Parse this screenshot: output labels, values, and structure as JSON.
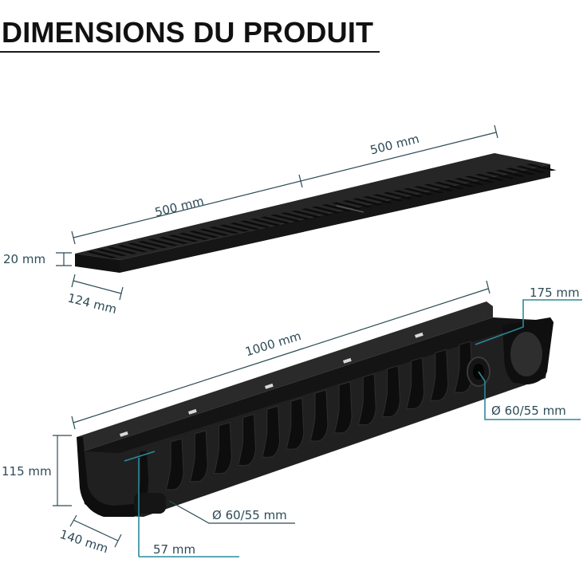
{
  "title": "DIMENSIONS DU PRODUIT",
  "colors": {
    "title": "#111111",
    "dimension_text": "#2d4b56",
    "dimension_line": "#2d4b56",
    "accent_line": "#2b8a9a",
    "product_body": "#1f1f1f",
    "product_shadow": "#0c0c0c"
  },
  "grate": {
    "length_left": "500 mm",
    "length_right": "500 mm",
    "height": "20 mm",
    "width": "124 mm"
  },
  "channel": {
    "length": "1000 mm",
    "width_top": "175 mm",
    "outlet_side": "Ø 60/55 mm",
    "outlet_bottom": "Ø 60/55 mm",
    "height": "115 mm",
    "width_base": "140 mm",
    "outlet_offset": "57 mm"
  }
}
